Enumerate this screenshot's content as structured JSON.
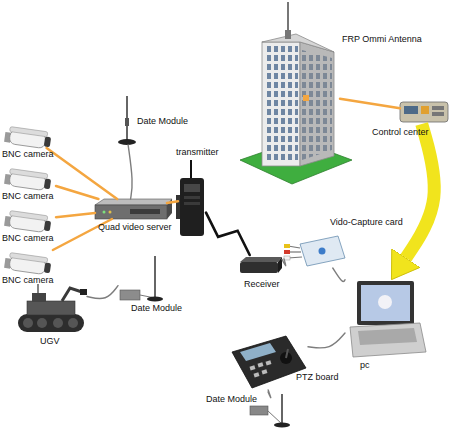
{
  "diagram": {
    "nodes": [
      {
        "text": [
          "FRP Ommi Antenna"
        ]
      },
      {
        "text": [
          "Control center"
        ]
      },
      {
        "text": [
          "Date Module"
        ]
      },
      {
        "text": [
          "BNC camera"
        ]
      },
      {
        "text": [
          "transmitter"
        ]
      },
      {
        "text": [
          "BNC camera"
        ]
      },
      {
        "text": [
          "Quad video server"
        ]
      },
      {
        "text": [
          "BNC camera"
        ]
      },
      {
        "text": [
          "Vido-Capture card"
        ]
      },
      {
        "text": [
          "BNC camera"
        ]
      },
      {
        "text": [
          "Receiver"
        ]
      },
      {
        "text": [
          "pc"
        ]
      },
      {
        "text": [
          "UGV"
        ]
      },
      {
        "text": [
          "Date Module"
        ]
      },
      {
        "text": [
          "PTZ board"
        ]
      },
      {
        "text": [
          "Date Module"
        ]
      }
    ],
    "edges": [
      {
        "from": 3,
        "to": 6,
        "arrow": "none"
      },
      {
        "from": 5,
        "to": 6,
        "arrow": "none"
      },
      {
        "from": 7,
        "to": 6,
        "arrow": "none"
      },
      {
        "from": 9,
        "to": 6,
        "arrow": "none"
      },
      {
        "from": 2,
        "to": 6,
        "arrow": "none"
      },
      {
        "from": 6,
        "to": 4,
        "arrow": "none"
      },
      {
        "from": 12,
        "to": 13,
        "arrow": "none"
      },
      {
        "from": 4,
        "to": 10,
        "arrow": "none"
      },
      {
        "from": 10,
        "to": 8,
        "arrow": "none"
      },
      {
        "from": 8,
        "to": 11,
        "arrow": "none"
      },
      {
        "from": 14,
        "to": 11,
        "arrow": "none"
      },
      {
        "from": 15,
        "to": 14,
        "arrow": "none"
      },
      {
        "from": 1,
        "to": 11,
        "arrow": "to"
      },
      {
        "from": 0,
        "to": 1,
        "arrow": "none"
      }
    ]
  }
}
